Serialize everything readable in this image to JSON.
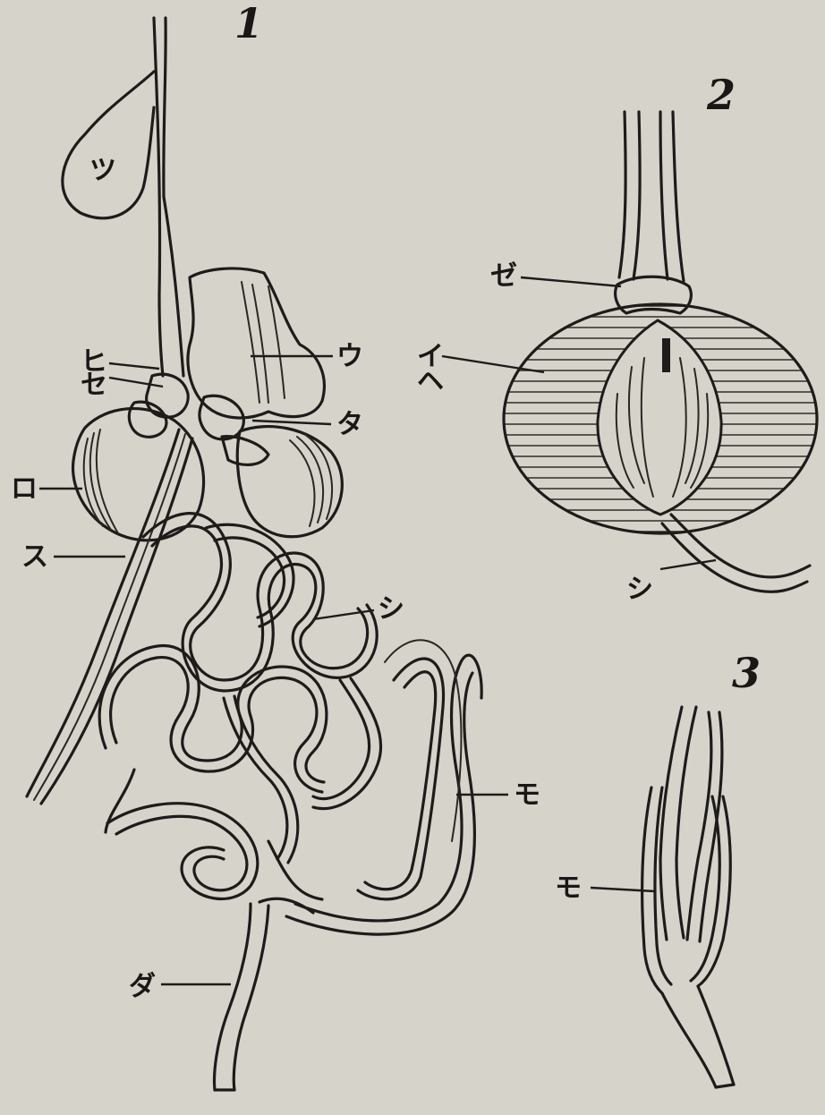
{
  "figures": [
    {
      "number": "1",
      "labels": {
        "tsu": "ツ",
        "hi": "ヒ",
        "se": "セ",
        "u": "ウ",
        "ta": "タ",
        "ro": "ロ",
        "su": "ス",
        "shi": "シ",
        "mo": "モ",
        "da": "ダ"
      }
    },
    {
      "number": "2",
      "labels": {
        "ze": "ゼ",
        "i": "イ",
        "he": "ヘ",
        "shi": "シ"
      }
    },
    {
      "number": "3",
      "labels": {
        "mo": "モ"
      }
    }
  ],
  "colors": {
    "paper": "#d6d3cb",
    "ink": "#1e1c1a"
  }
}
